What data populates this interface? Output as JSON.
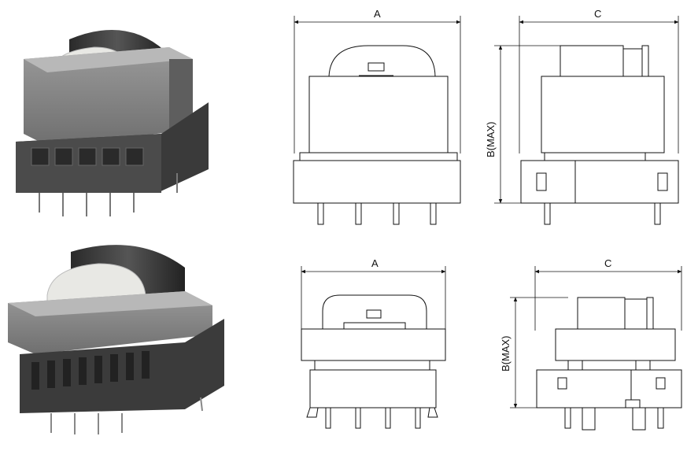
{
  "figure": {
    "top_row": {
      "front_view": {
        "width_label": "A"
      },
      "side_view": {
        "width_label": "C",
        "height_label": "B(MAX)"
      }
    },
    "bottom_row": {
      "front_view": {
        "width_label": "A"
      },
      "side_view": {
        "width_label": "C",
        "height_label": "B(MAX)"
      }
    }
  }
}
